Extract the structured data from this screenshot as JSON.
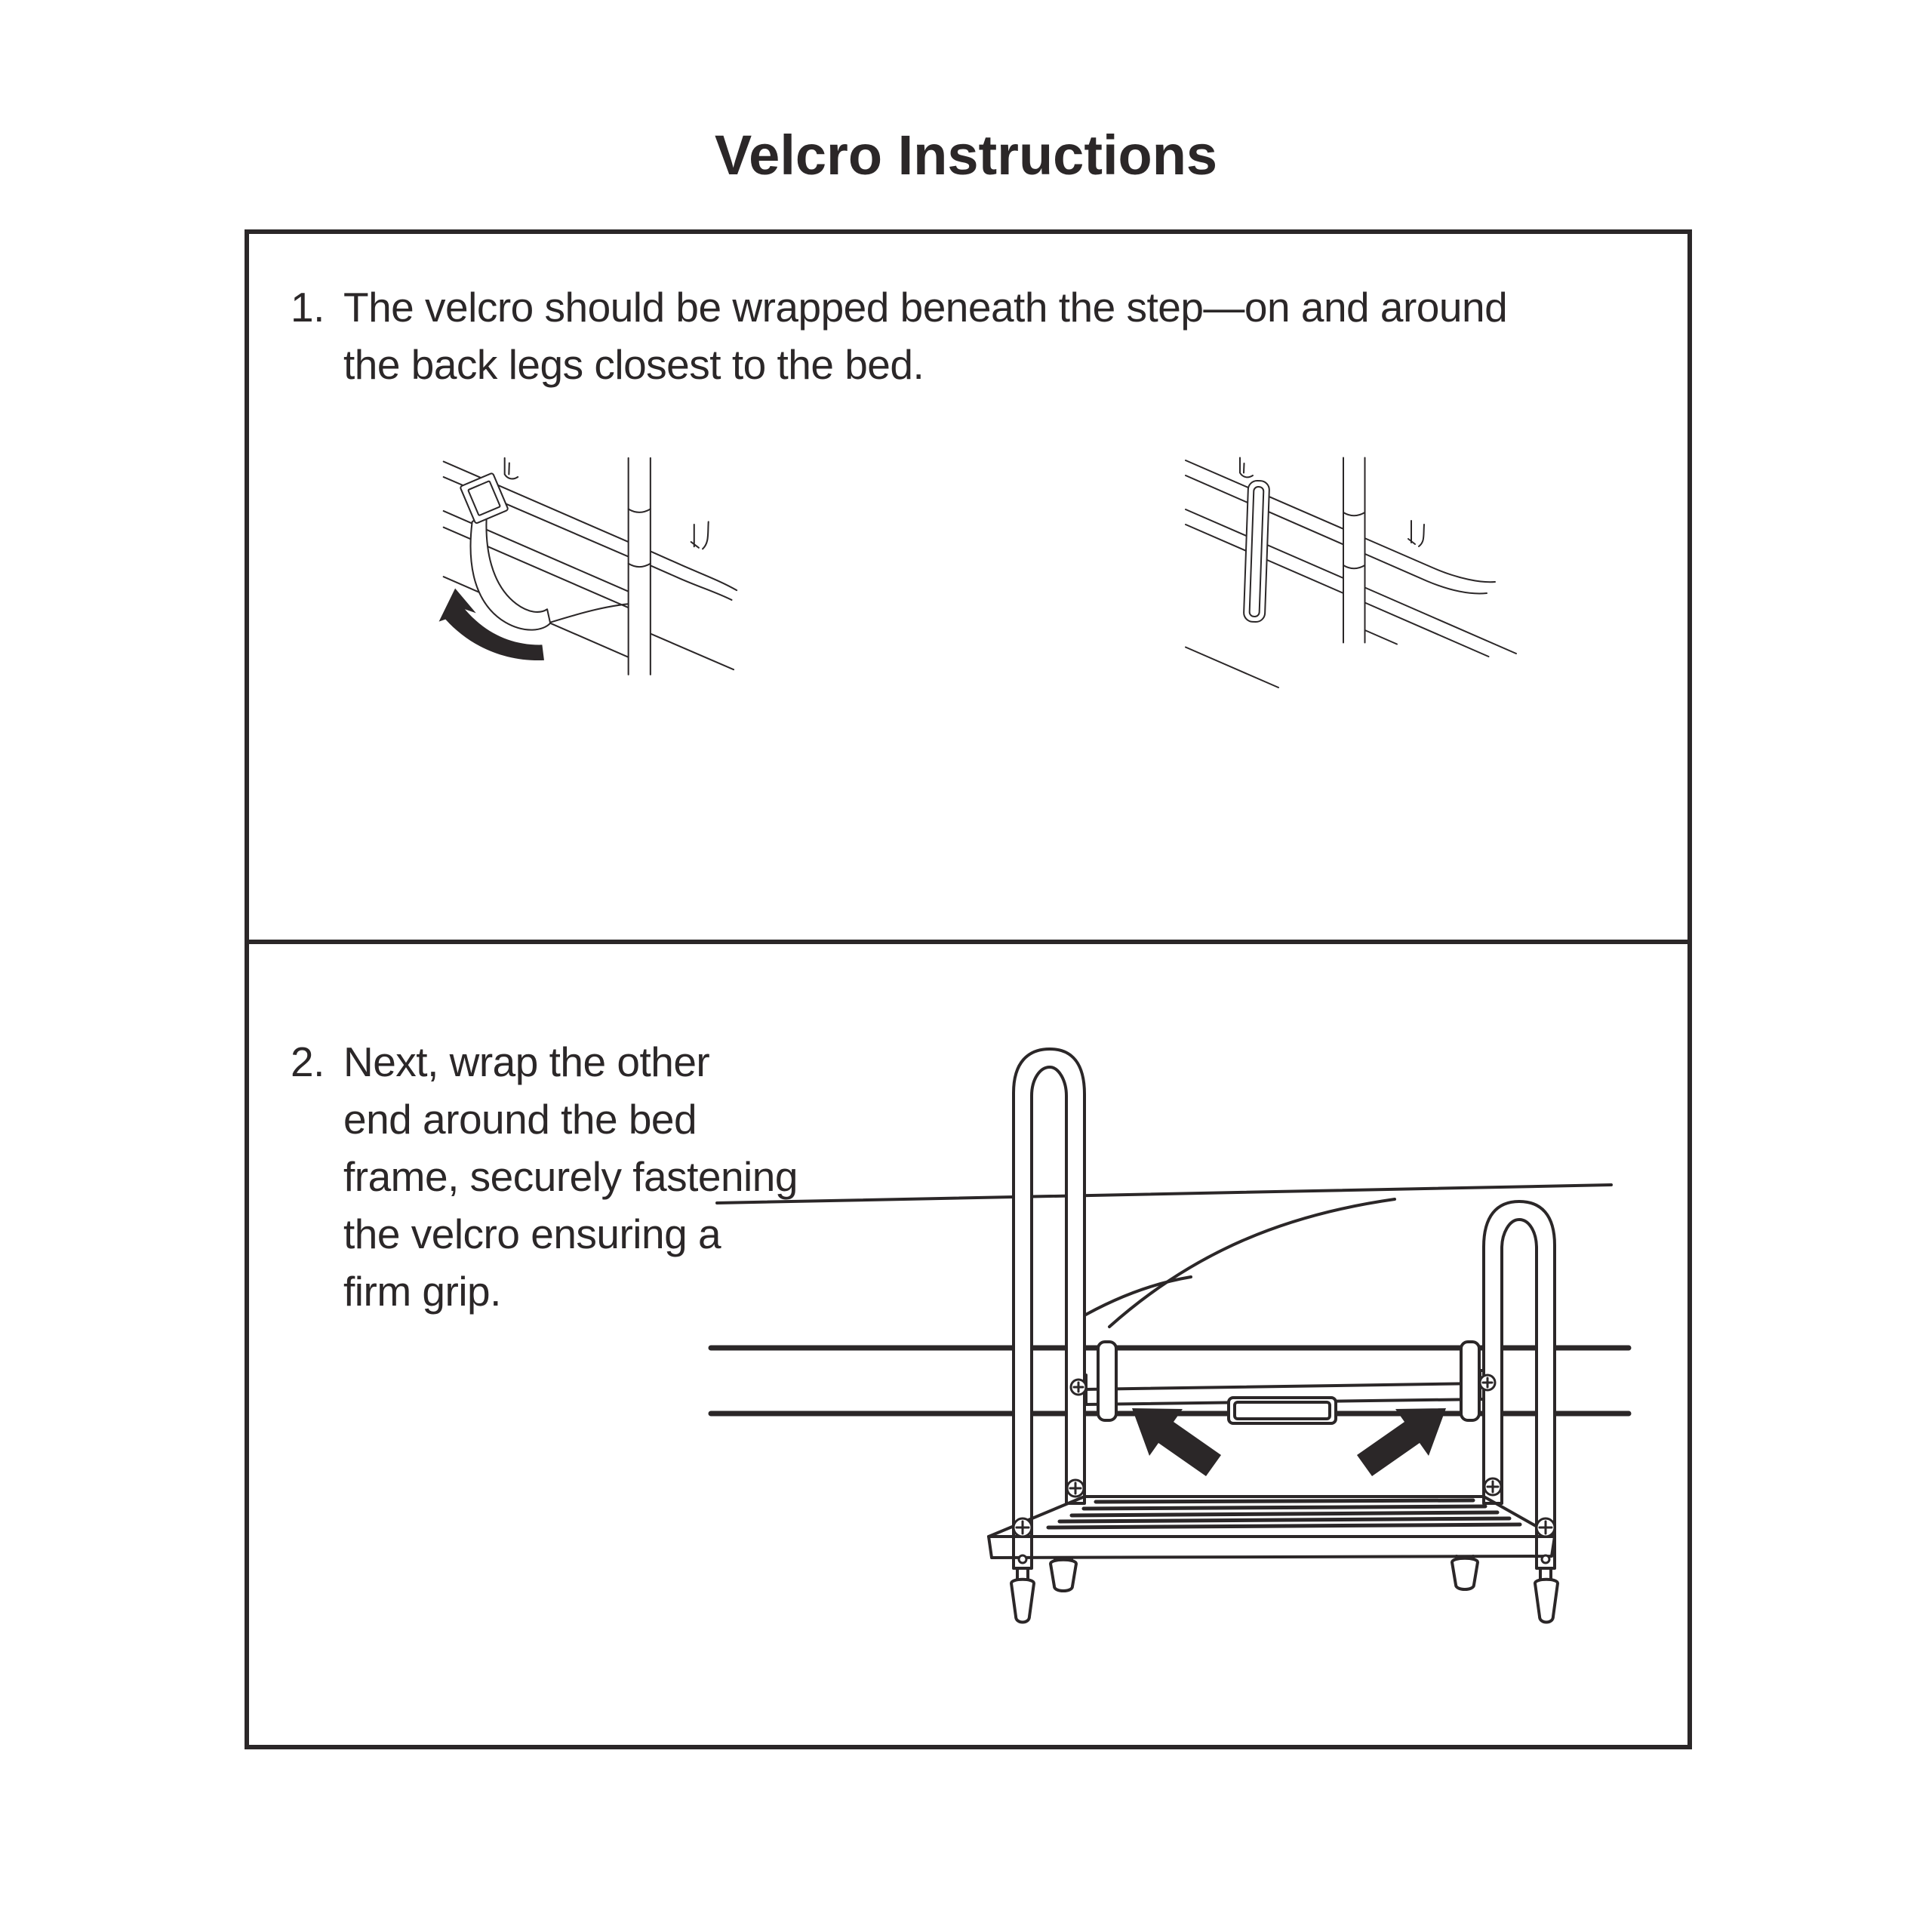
{
  "page": {
    "title": "Velcro Instructions",
    "ink_color": "#2b2728",
    "background_color": "#ffffff"
  },
  "steps": [
    {
      "number": "1.",
      "lines": [
        "The velcro should be wrapped beneath the step—on and around",
        "the back legs closest to the bed."
      ]
    },
    {
      "number": "2.",
      "lines": [
        "Next, wrap the other",
        "end around the bed",
        "frame, securely fastening",
        "the velcro ensuring a",
        "firm grip."
      ]
    }
  ],
  "illustrations": {
    "step1_left": "strap-hanging-beneath-step",
    "step1_right": "strap-wrapped-around-back-leg",
    "step2": "step-stool-strapped-to-bed-frame"
  },
  "icons": {
    "curved_arrow": "curved-arrow-up-left-icon",
    "left_arrow": "arrow-up-left-icon",
    "right_arrow": "arrow-up-right-icon"
  }
}
